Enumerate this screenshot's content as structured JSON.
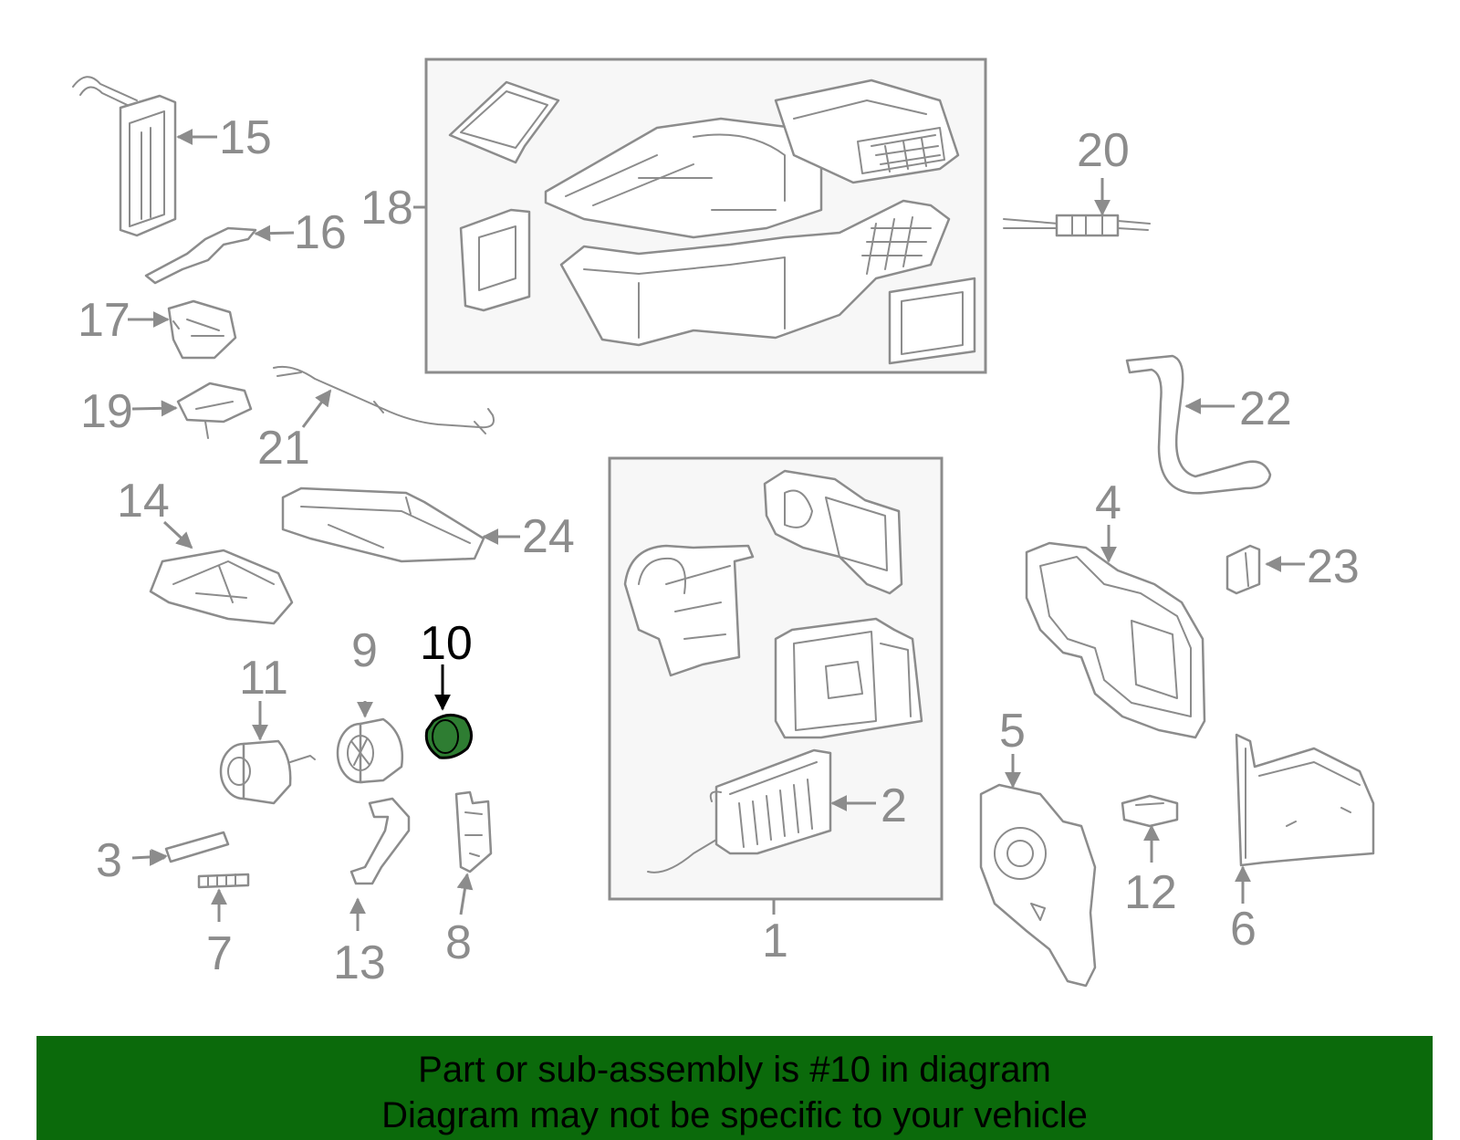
{
  "colors": {
    "part_gray": "#8c8c8c",
    "label_gray": "#8c8c8c",
    "highlight_fill": "#2e7d32",
    "highlight_stroke": "#000000",
    "banner_background": "#0b6a0b",
    "banner_text": "#000000"
  },
  "highlighted_callout": "10",
  "callouts": {
    "c1": "1",
    "c2": "2",
    "c3": "3",
    "c4": "4",
    "c5": "5",
    "c6": "6",
    "c7": "7",
    "c8": "8",
    "c9": "9",
    "c10": "10",
    "c11": "11",
    "c12": "12",
    "c13": "13",
    "c14": "14",
    "c15": "15",
    "c16": "16",
    "c17": "17",
    "c18": "18",
    "c19": "19",
    "c20": "20",
    "c21": "21",
    "c22": "22",
    "c23": "23",
    "c24": "24"
  },
  "banner": {
    "line1": "Part or sub-assembly is #10 in diagram",
    "line2": "Diagram may not be specific to your vehicle"
  }
}
